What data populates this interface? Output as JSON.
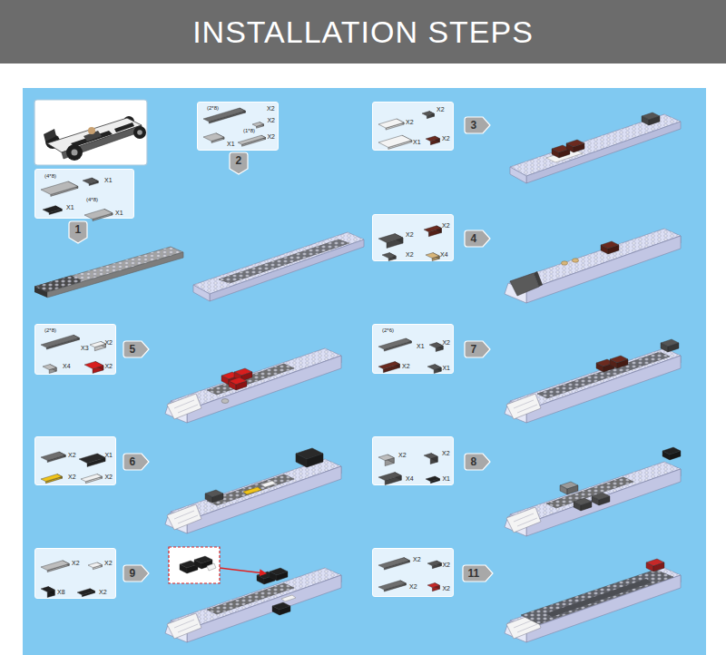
{
  "diagram": {
    "title": "INSTALLATION STEPS",
    "nodes": [
      {
        "text": [
          "(4*8)",
          "X1",
          "X1",
          "(4*8)",
          "X1"
        ]
      },
      {
        "text": [
          "1"
        ]
      },
      {
        "text": [
          "(2*8)",
          "X2",
          "X2",
          "X1",
          "(1*8)",
          "X2"
        ]
      },
      {
        "text": [
          "2"
        ]
      },
      {
        "text": [
          "X2",
          "X2",
          "X1",
          "X2"
        ]
      },
      {
        "text": [
          "3"
        ]
      },
      {
        "text": [
          "X2",
          "X2",
          "X2",
          "X4"
        ]
      },
      {
        "text": [
          "4"
        ]
      },
      {
        "text": [
          "(2*8)",
          "X3",
          "X2",
          "X4",
          "X2"
        ]
      },
      {
        "text": [
          "5"
        ]
      },
      {
        "text": [
          "(2*6)",
          "X1",
          "X2",
          "X2",
          "X1"
        ]
      },
      {
        "text": [
          "7"
        ]
      },
      {
        "text": [
          "X2",
          "X1",
          "X2",
          "X2"
        ]
      },
      {
        "text": [
          "6"
        ]
      },
      {
        "text": [
          "X2",
          "X2",
          "X4",
          "X1"
        ]
      },
      {
        "text": [
          "8"
        ]
      },
      {
        "text": [
          "X2",
          "X2",
          "X8",
          "X2"
        ]
      },
      {
        "text": [
          "9"
        ]
      },
      {
        "text": [
          "X2",
          "X2",
          "X2",
          "X2"
        ]
      },
      {
        "text": [
          "11"
        ]
      }
    ]
  }
}
